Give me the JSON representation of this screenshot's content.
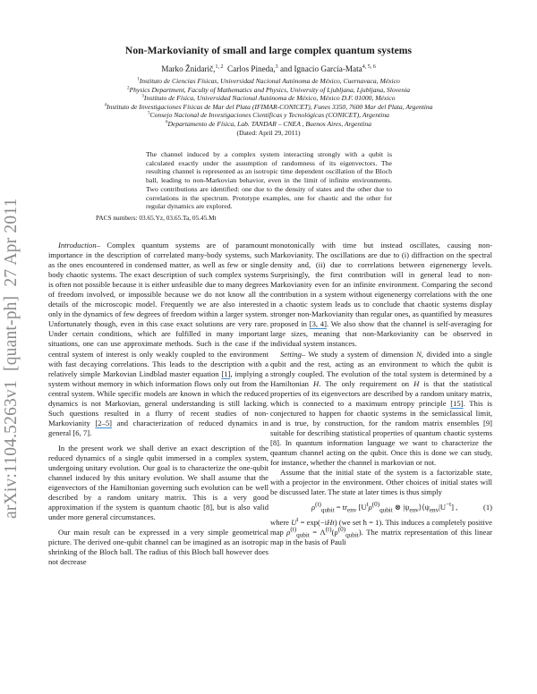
{
  "paper": {
    "title": "Non-Markovianity of small and large complex quantum systems",
    "authors": [
      {
        "name": "Marko Žnidarič,",
        "sup": "1, 2"
      },
      {
        "name": "Carlos Pineda,",
        "sup": "3"
      },
      {
        "name": "and Ignacio García-Mata",
        "sup": "4, 5, 6"
      }
    ],
    "affiliations": [
      {
        "sup": "1",
        "text": "Instituto de Ciencias Físicas, Universidad Nacional Autónoma de México, Cuernavaca, México"
      },
      {
        "sup": "2",
        "text": "Physics Department, Faculty of Mathematics and Physics, University of Ljubljana, Ljubljana, Slovenia"
      },
      {
        "sup": "3",
        "text": "Instituto de Física, Universidad Nacional Autónoma de México, México D.F. 01000, México"
      },
      {
        "sup": "4",
        "text": "Instituto de Investigaciones Físicas de Mar del Plata (IFIMAR-CONICET), Funes 3350, 7600 Mar del Plata, Argentina"
      },
      {
        "sup": "5",
        "text": "Consejo Nacional de Investigaciones Científicas y Tecnológicas (CONICET), Argentina"
      },
      {
        "sup": "6",
        "text": "Departamento de Física, Lab. TANDAR – CNEA , Buenos Aires, Argentina"
      }
    ],
    "dated": "(Dated: April 29, 2011)",
    "abstract": "The channel induced by a complex system interacting strongly with a qubit is calculated exactly under the assumption of randomness of its eigenvectors. The resulting channel is represented as an isotropic time dependent oscillation of the Bloch ball, leading to non-Markovian behavior, even in the limit of infinite environments. Two contributions are identified: one due to the density of states and the other due to correlations in the spectrum. Prototype examples, one for chaotic and the other for regular dynamics are explored.",
    "pacs": "PACS numbers: 03.65.Yz, 03.65.Ta, 05.45.Mt",
    "arxiv_stamp": "arXiv:1104.5263v1  [quant-ph]  27 Apr 2011"
  },
  "left_column": {
    "p1": {
      "runin": "Introduction–",
      "t1": " Complex quantum systems are of paramount importance in the description of correlated many-body systems, such as the ones encountered in condensed matter, as well as few or single body chaotic systems. The exact description of such complex systems is often not possible because it is either unfeasible due to many degrees of freedom involved, or impossible because we do not know all the details of the microscopic model. Frequently we are also interested only in the dynamics of few degrees of freedom within a larger system. Unfortunately though, even in this case exact solutions are very rare. Under certain conditions, which are fulfilled in many important situations, one can use approximate methods. Such is the case if the central system of interest is only weakly coupled to the environment with fast decaying correlations. This leads to the description with a relatively simple Markovian Lindblad master equation ",
      "cite1": "[1]",
      "t2": ", implying a system without memory in which information flows only out from the central system. While specific models are known in which the reduced dynamics is not Markovian, general understanding is still lacking. Such questions resulted in a flurry of recent studies of non-Markovianity ",
      "cite2": "[2–5]",
      "t3": " and characterization of reduced dynamics in general ",
      "cite3": "[6, 7]",
      "t4": "."
    },
    "p2": {
      "t1": "In the present work we shall derive an exact description of the reduced dynamics of a single qubit immersed in a complex system, undergoing unitary evolution. Our goal is to characterize the one-qubit channel induced by this unitary evolution. We shall assume that the eigenvectors of the Hamiltonian governing such evolution can be well described by a random unitary matrix. This is a very good approximation if the system is quantum chaotic ",
      "cite1": "[8]",
      "t2": ", but is also valid under more general circumstances."
    },
    "p3": {
      "t1": "Our main result can be expressed in a very simple geometrical picture. The derived one-qubit channel can be imagined as an isotropic shrinking of the Bloch ball. The radius of this Bloch ball however does not decrease"
    }
  },
  "right_column": {
    "p1": {
      "t1": "monotonically with time but instead oscillates, causing non-Markovianity. The oscillations are due to (i) diffraction on the spectral density and, (ii) due to correlations between eigenenergy levels. Surprisingly, the first contribution will in general lead to non-Markovianity even for an infinite environment. Comparing the second contribution in a system without eigenenergy correlations with the one in a chaotic system leads us to conclude that chaotic systems display stronger non-Markovianity than regular ones, as quantified by measures proposed in ",
      "cite1": "[3, 4]",
      "t2": ". We also show that the channel is self-averaging for large sizes, meaning that non-Markovianity can be observed in individual system instances."
    },
    "p2": {
      "runin": "Setting–",
      "t1": " We study a system of dimension ",
      "N": "N",
      "t2": ", divided into a single qubit and the rest, acting as an environment to which the qubit is strongly coupled. The evolution of the total system is determined by a Hamiltonian ",
      "H1": "H",
      "t3": ". The only requirement on ",
      "H2": "H",
      "t4": " is that the statistical properties of its eigenvectors are described by a random unitary matrix, which is connected to a maximum entropy principle ",
      "cite1": "[15]",
      "t5": ". This is conjectured to happen for chaotic systems in the semiclassical limit, and is true, by construction, for the random matrix ensembles ",
      "cite2": "[9]",
      "t6": " suitable for describing statistical properties of quantum chaotic systems ",
      "cite3": "[8]",
      "t7": ". In quantum information language we want to characterize the quantum channel acting on the qubit. Once this is done we can study, for instance, whether the channel is markovian or not."
    },
    "p3": {
      "t1": "Assume that the initial state of the system is a factorizable state, with a projector in the environment. Other choices of initial states will be discussed later. The state at later times is thus simply"
    },
    "equation": {
      "lhs": "ρ",
      "lhs_sup": "(t)",
      "lhs_sub": "qubit",
      "eq": " = tr",
      "tr_sub": "env",
      "body_open": " [U",
      "u_sup": "t",
      "rho": "ρ",
      "rho_sup": "(0)",
      "rho_sub": "qubit",
      "tensor": " ⊗ |ψ",
      "psi_sub": "env",
      "mid": "⟩⟨ψ",
      "psi2_sub": "env",
      "close": "|U",
      "u2_sup": "−t",
      "body_close": "] ,",
      "number": "(1)"
    },
    "p4": {
      "t1": "where ",
      "u": "U",
      "u_sup": "t",
      "t2": " = exp(−i",
      "ht": "Ht",
      "t3": ") (we set ħ = 1). This induces a completely positive map ",
      "rho": "ρ",
      "rho_sup": "(t)",
      "rho_sub": "qubit",
      "t4": " = Λ",
      "lam_sup": "(t)",
      "t5": "(ρ",
      "rho0_sup": "(0)",
      "rho0_sub": "qubit",
      "t6": "). The matrix representation of this linear map in the basis of Pauli"
    }
  }
}
